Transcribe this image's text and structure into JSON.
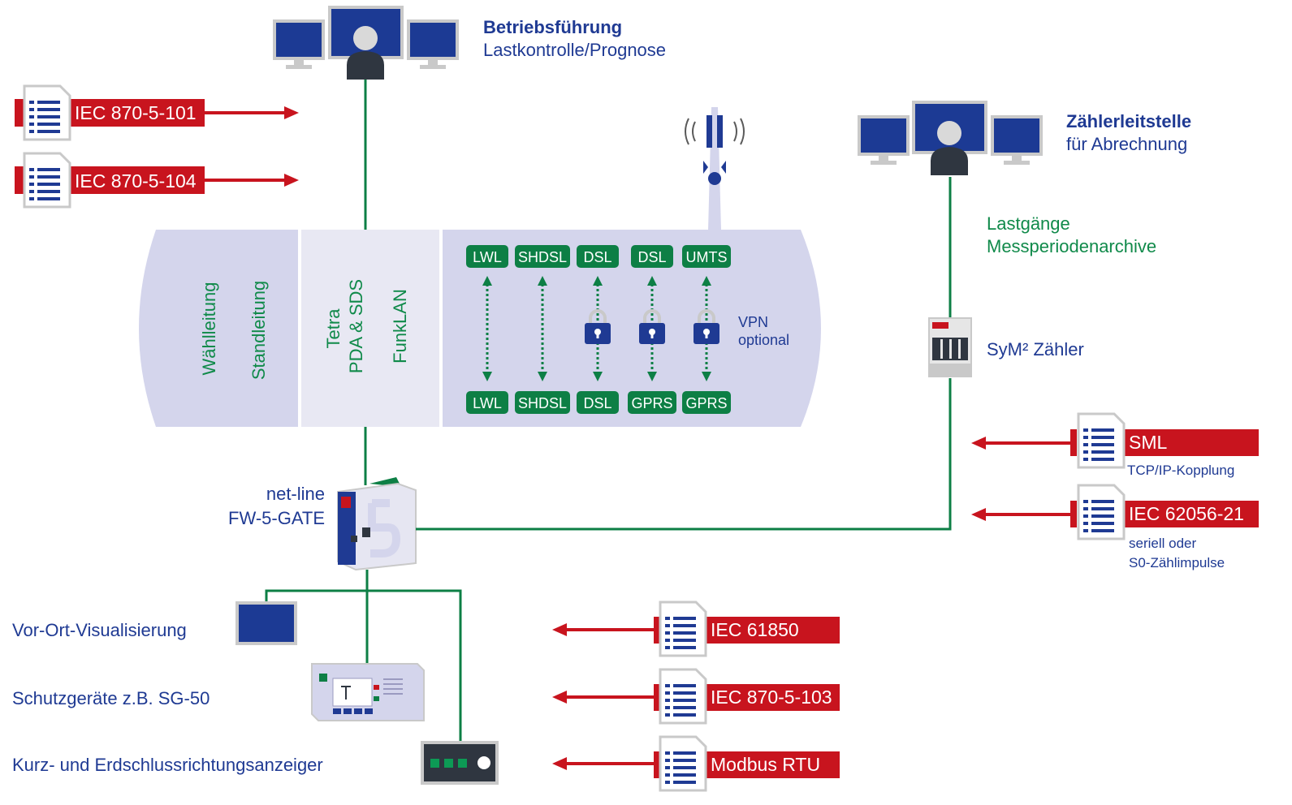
{
  "colors": {
    "navy": "#1f3a93",
    "green": "#0d7f45",
    "red": "#c8141e",
    "lavender": "#d4d5ec",
    "monitor_blue": "#1c3a94",
    "frame_gray": "#c9c9c9"
  },
  "top_station": {
    "title": "Betriebsführung",
    "subtitle": "Lastkontrolle/Prognose"
  },
  "right_station": {
    "title": "Zählerleitstelle",
    "subtitle": "für Abrechnung"
  },
  "right_data": {
    "line1": "Lastgänge",
    "line2": "Messperiodenarchive"
  },
  "meter_label": "SyM² Zähler",
  "gateway": {
    "line1": "net-line",
    "line2": "FW-5-GATE"
  },
  "left_protocols": [
    "IEC 870-5-101",
    "IEC 870-5-104"
  ],
  "bus_sections": {
    "wired": [
      "Wählleitung",
      "Standleitung"
    ],
    "radio": [
      "Tetra",
      "PDA & SDS",
      "FunkLAN"
    ]
  },
  "channels": {
    "top": [
      "LWL",
      "SHDSL",
      "DSL",
      "DSL",
      "UMTS"
    ],
    "bottom": [
      "LWL",
      "SHDSL",
      "DSL",
      "GPRS",
      "GPRS"
    ]
  },
  "vpn": {
    "line1": "VPN",
    "line2": "optional"
  },
  "right_protocols": [
    {
      "name": "SML",
      "note1": "TCP/IP-Kopplung",
      "note2": ""
    },
    {
      "name": "IEC 62056-21",
      "note1": "seriell oder",
      "note2": "S0-Zählimpulse"
    }
  ],
  "devices": [
    "Vor-Ort-Visualisierung",
    "Schutzgeräte z.B. SG-50",
    "Kurz- und Erdschlussrichtungsanzeiger"
  ],
  "bottom_protocols": [
    "IEC 61850",
    "IEC 870-5-103",
    "Modbus RTU"
  ]
}
